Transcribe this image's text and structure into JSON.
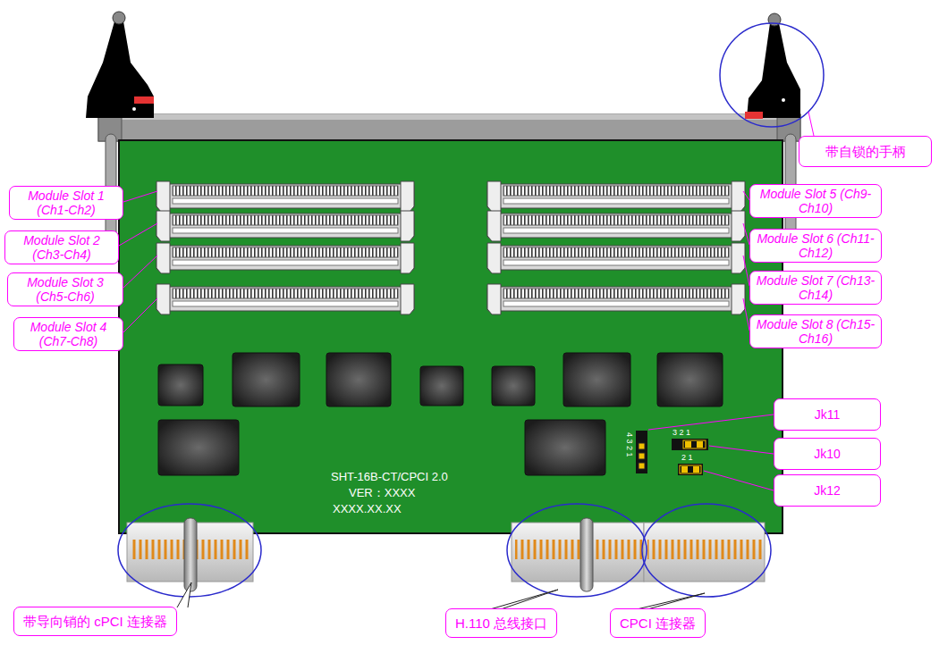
{
  "diagram": {
    "nodes": [
      {
        "text": [
          "带自锁的手柄"
        ]
      },
      {
        "text": [
          "Module Slot 1 (Ch1-Ch2)"
        ]
      },
      {
        "text": [
          "Module Slot 5 (Ch9-Ch10)"
        ]
      },
      {
        "text": [
          "Module Slot 2 (Ch3-Ch4)"
        ]
      },
      {
        "text": [
          "Module Slot 6 (Ch11-Ch12)"
        ]
      },
      {
        "text": [
          "Module Slot 3 (Ch5-Ch6)"
        ]
      },
      {
        "text": [
          "Module Slot 7 (Ch13-Ch14)"
        ]
      },
      {
        "text": [
          "Module Slot 4 (Ch7-Ch8)"
        ]
      },
      {
        "text": [
          "Module Slot 8 (Ch15-Ch16)"
        ]
      },
      {
        "text": [
          "Jk11"
        ]
      },
      {
        "text": [
          "Jk10"
        ]
      },
      {
        "text": [
          "Jk12"
        ]
      },
      {
        "text": [
          "带导向销的 cPCI 连接器"
        ]
      },
      {
        "text": [
          "H.110 总线接口"
        ]
      },
      {
        "text": [
          "CPCI 连接器"
        ]
      }
    ],
    "labels": [
      "SHT-16B-CT/CPCI 2.0",
      "VER：XXXX",
      "XXXX.XX.XX",
      "4 3 2 1",
      "3 2 1",
      "2 1"
    ]
  }
}
